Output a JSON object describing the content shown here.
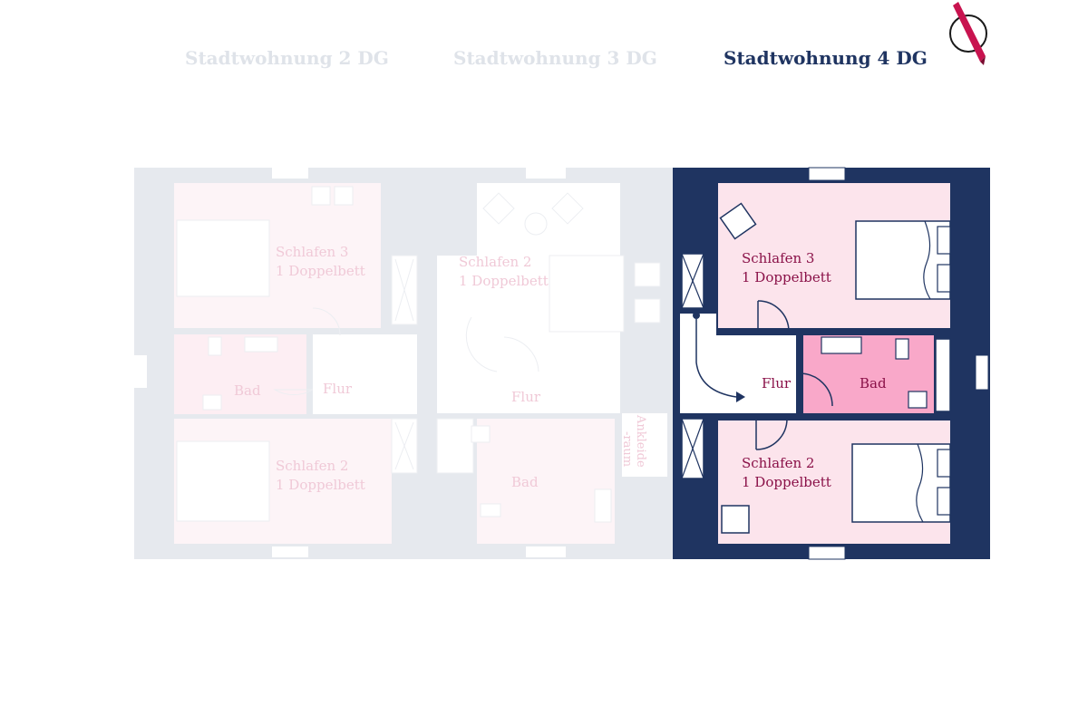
{
  "tabs": [
    {
      "label": "Stadtwohnung 2 DG",
      "active": false
    },
    {
      "label": "Stadtwohnung 3 DG",
      "active": false
    },
    {
      "label": "Stadtwohnung 4 DG",
      "active": true
    }
  ],
  "compass_icon": "north-arrow-icon",
  "plan_2": {
    "schlafen3_name": "Schlafen 3",
    "schlafen3_bed": "1 Doppelbett",
    "bad": "Bad",
    "flur": "Flur",
    "schlafen2_name": "Schlafen 2",
    "schlafen2_bed": "1 Doppelbett"
  },
  "plan_3": {
    "schlafen2_name": "Schlafen 2",
    "schlafen2_bed": "1 Doppelbett",
    "flur": "Flur",
    "bad": "Bad",
    "ankleide_line1": "Ankleide",
    "ankleide_line2": "-raum"
  },
  "plan_4": {
    "schlafen3_name": "Schlafen 3",
    "schlafen3_bed": "1 Doppelbett",
    "flur": "Flur",
    "bad": "Bad",
    "schlafen2_name": "Schlafen 2",
    "schlafen2_bed": "1 Doppelbett"
  },
  "colors": {
    "wall_active": "#1f3461",
    "wall_faded": "#e6e9ee",
    "room_active": "#fce4ec",
    "bath_active": "#f9a8c9",
    "room_faded": "#fdf3f6",
    "label_active": "#8a1148",
    "label_faded": "#f0c9d7",
    "compass_needle": "#c8134f"
  }
}
